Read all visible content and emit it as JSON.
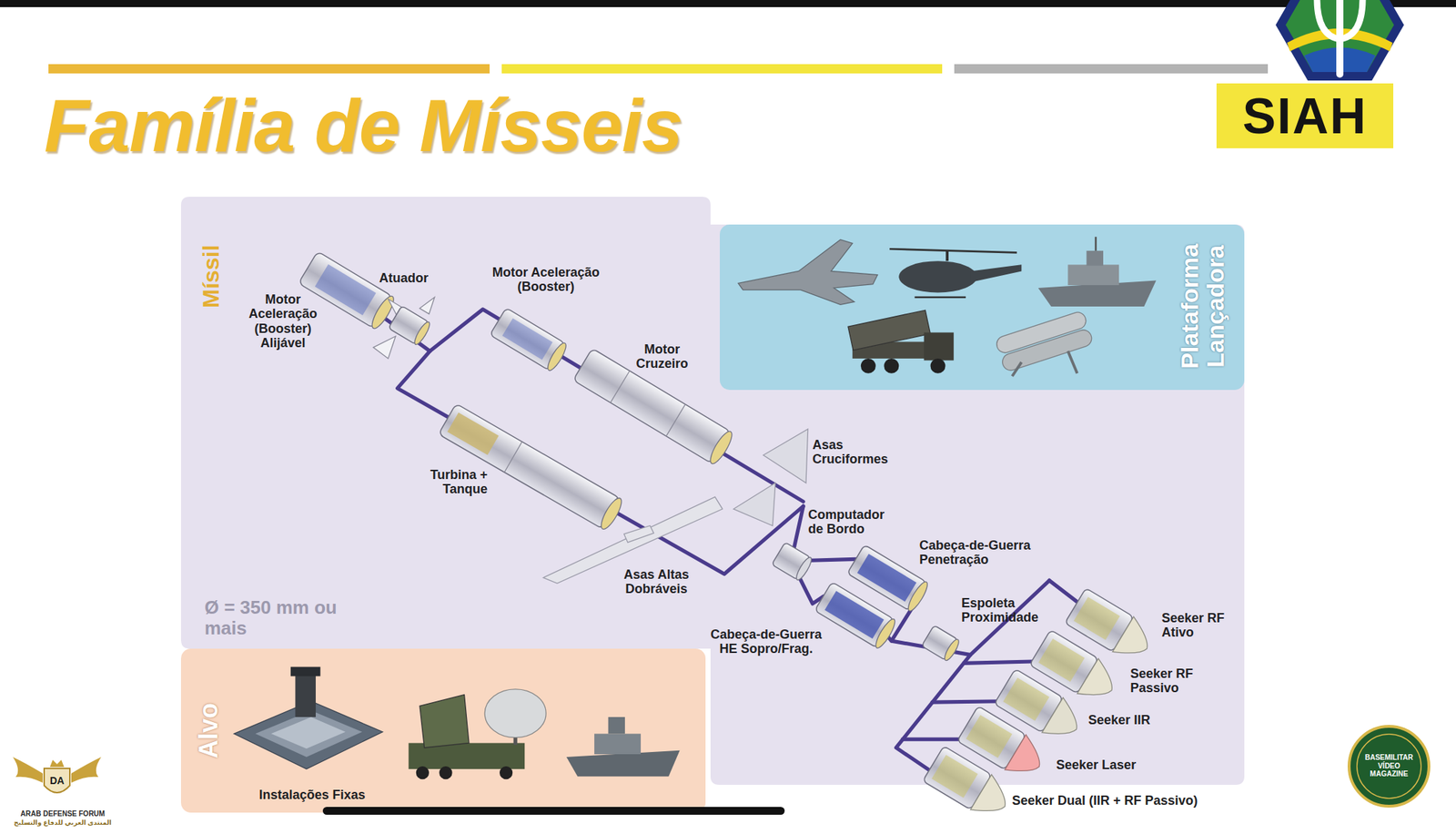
{
  "diagram": {
    "title": "Família de Mísseis",
    "nodes": [
      {
        "text": [
          "SIAH"
        ]
      },
      {
        "text": [
          "Míssil"
        ]
      },
      {
        "text": [
          "Plataforma Lançadora"
        ]
      },
      {
        "text": [
          "Alvo"
        ]
      }
    ],
    "labels": [
      "Motor Aceleração (Booster) Alijável",
      "Atuador",
      "Motor Aceleração (Booster)",
      "Motor Cruzeiro",
      "Asas Cruciformes",
      "Turbina + Tanque",
      "Computador de Bordo",
      "Cabeça-de-Guerra Penetração",
      "Asas Altas Dobráveis",
      "Espoleta Proximidade",
      "Seeker RF Ativo",
      "Ø = 350 mm ou mais",
      "Cabeça-de-Guerra HE Sopro/Frag.",
      "Seeker RF Passivo",
      "Seeker IIR",
      "Seeker Laser",
      "Seeker Dual (IIR + RF Passivo)",
      "Instalações Fixas",
      "DA",
      "ARAB DEFENSE FORUM",
      "المنتدى العربي للدفاع والتسليح",
      "BASEMILITAR VÍDEO MAGAZINE"
    ]
  }
}
